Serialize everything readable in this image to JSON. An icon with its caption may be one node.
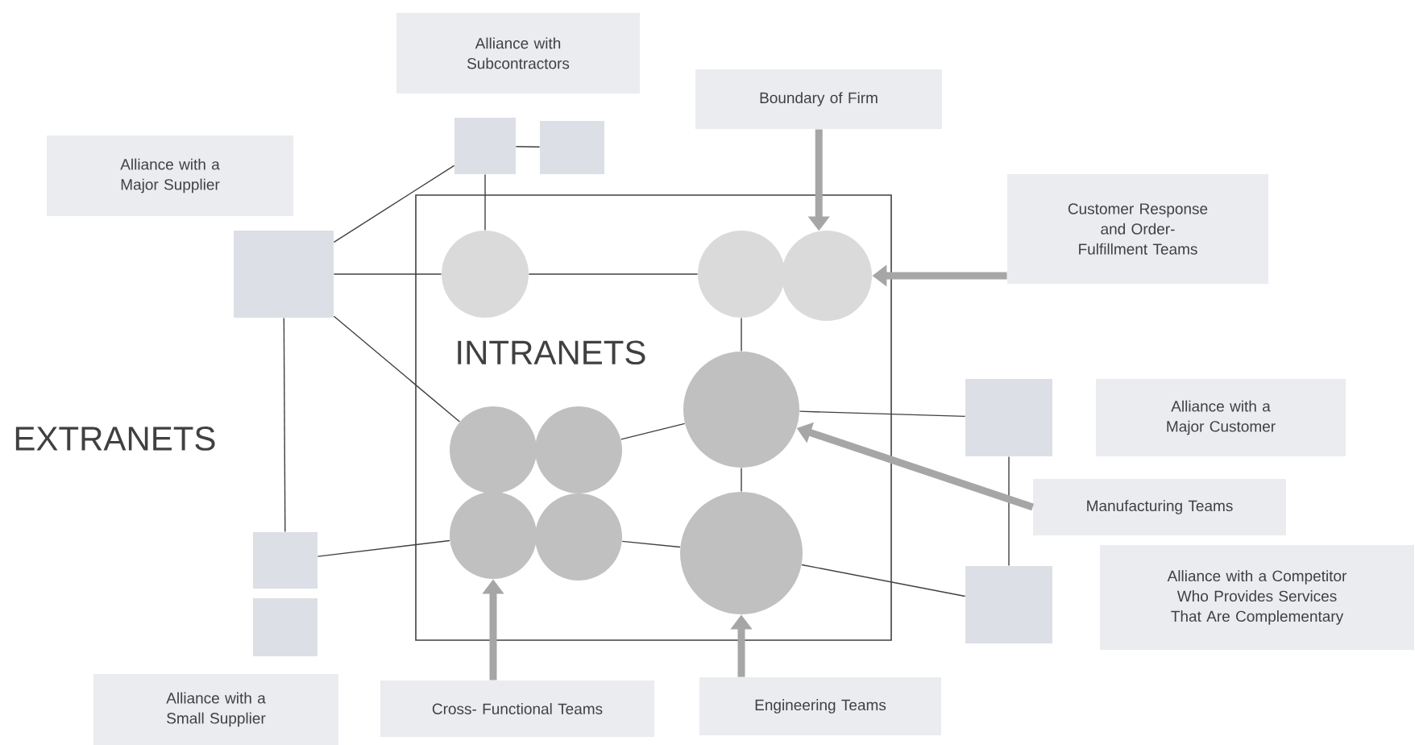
{
  "diagram": {
    "nodes": [
      {
        "text": [
          "Alliance with Subcontractors"
        ]
      },
      {
        "text": [
          "Boundary of Firm"
        ]
      },
      {
        "text": [
          "Alliance with a Major Supplier"
        ]
      },
      {
        "text": [
          "Customer Response and Order- Fulfillment Teams"
        ]
      },
      {
        "text": [],
        "shape": "box"
      },
      {
        "text": [],
        "shape": "box"
      },
      {
        "text": [],
        "shape": "box"
      },
      {
        "text": [
          "INTRANETS"
        ]
      },
      {
        "text": [],
        "shape": "circle",
        "in": 7
      },
      {
        "text": [],
        "shape": "circle",
        "in": 7
      },
      {
        "text": [],
        "shape": "circle",
        "in": 7
      },
      {
        "text": [],
        "shape": "circle",
        "in": 7
      },
      {
        "text": [],
        "shape": "circle",
        "in": 7
      },
      {
        "text": [],
        "shape": "circle",
        "in": 7
      },
      {
        "text": [],
        "shape": "circle",
        "in": 7
      },
      {
        "text": [],
        "shape": "circle",
        "in": 7
      },
      {
        "text": [],
        "shape": "circle",
        "in": 7
      },
      {
        "text": [],
        "shape": "box"
      },
      {
        "text": [
          "Alliance with a Major Customer"
        ]
      },
      {
        "text": [
          "Manufacturing Teams"
        ]
      },
      {
        "text": [],
        "shape": "box"
      },
      {
        "text": [],
        "shape": "box"
      },
      {
        "text": [],
        "shape": "box"
      },
      {
        "text": [
          "Alliance with a Competitor Who Provides Services That Are Complementary"
        ]
      },
      {
        "text": [
          "Alliance with a Small Supplier"
        ]
      },
      {
        "text": [
          "Cross- Functional Teams"
        ]
      },
      {
        "text": [
          "Engineering Teams"
        ]
      }
    ],
    "edges": [
      {
        "from": 6,
        "to": 4,
        "arrow": "none"
      },
      {
        "from": 4,
        "to": 5,
        "arrow": "none"
      },
      {
        "from": 4,
        "to": 8,
        "arrow": "none"
      },
      {
        "from": 6,
        "to": 8,
        "arrow": "none"
      },
      {
        "from": 8,
        "to": 9,
        "arrow": "none"
      },
      {
        "from": 6,
        "to": 12,
        "arrow": "none"
      },
      {
        "from": 6,
        "to": 20,
        "arrow": "none"
      },
      {
        "from": 20,
        "to": 14,
        "arrow": "none"
      },
      {
        "from": 13,
        "to": 11,
        "arrow": "none"
      },
      {
        "from": 15,
        "to": 16,
        "arrow": "none"
      },
      {
        "from": 9,
        "to": 11,
        "arrow": "none"
      },
      {
        "from": 11,
        "to": 16,
        "arrow": "none"
      },
      {
        "from": 11,
        "to": 17,
        "arrow": "none"
      },
      {
        "from": 16,
        "to": 22,
        "arrow": "none"
      },
      {
        "from": 17,
        "to": 22,
        "arrow": "none"
      },
      {
        "from": 1,
        "to": 10,
        "arrow": "to",
        "style": "thick",
        "color": "#a6a6a6"
      },
      {
        "from": 3,
        "to": 10,
        "arrow": "to",
        "style": "thick",
        "color": "#a6a6a6"
      },
      {
        "from": 19,
        "to": 11,
        "arrow": "to",
        "style": "thick",
        "color": "#a6a6a6"
      },
      {
        "from": 25,
        "to": 14,
        "arrow": "to",
        "style": "thick",
        "color": "#a6a6a6"
      },
      {
        "from": 26,
        "to": 16,
        "arrow": "to",
        "style": "thick",
        "color": "#a6a6a6"
      }
    ],
    "labels": [
      "EXTRANETS"
    ]
  }
}
